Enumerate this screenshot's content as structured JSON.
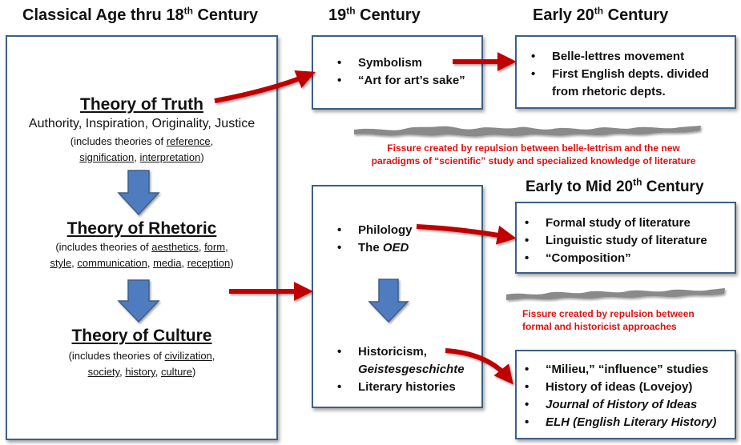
{
  "headers": {
    "classical": "Classical Age thru 18th Century",
    "c19": "19th Century",
    "early20": "Early 20th Century",
    "earlymid20": "Early to Mid 20th Century"
  },
  "left": {
    "truth_title": "Theory of Truth",
    "truth_list": "Authority, Inspiration, Originality, Justice",
    "truth_pre": "(includes theories of",
    "truth_terms": [
      "reference",
      "signification",
      "interpretation"
    ],
    "rhetoric_title": "Theory of Rhetoric",
    "rhetoric_pre": "(includes theories of",
    "rhetoric_terms": [
      "aesthetics",
      "form",
      "style",
      "communication",
      "media",
      "reception"
    ],
    "culture_title": "Theory of Culture",
    "culture_pre": "(includes theories of",
    "culture_terms": [
      "civilization",
      "society",
      "history",
      "culture"
    ]
  },
  "box_c19_top": [
    "Symbolism",
    "“Art for art’s sake”"
  ],
  "box_early20": [
    "Belle-lettres movement",
    "First English depts. divided from rhetoric depts."
  ],
  "box_c19_mid": {
    "items_top": [
      "Philology",
      "The"
    ],
    "oed": "OED",
    "historicism": "Historicism,",
    "geistes": "Geistesgeschichte",
    "literary": "Literary histories"
  },
  "box_earlymid_top": [
    "Formal study of literature",
    "Linguistic study of literature",
    "“Composition”"
  ],
  "box_earlymid_bottom": {
    "milieu": "“Milieu,” “influence” studies",
    "ideas": "History of ideas (Lovejoy)",
    "journal": "Journal of History of Ideas",
    "elh": "ELH (English Literary History)"
  },
  "fissures": {
    "first_line1": "Fissure created by repulsion between belle-lettrism and the new",
    "first_line2": "paradigms of “scientific” study and specialized knowledge of literature",
    "second_line1": "Fissure created by repulsion between",
    "second_line2": "formal and historicist approaches"
  },
  "colors": {
    "box_border": "#3d5f87",
    "arrow_red": "#c00000",
    "arrow_blue": "#4f7bbf",
    "fissure_text": "#e01010"
  }
}
